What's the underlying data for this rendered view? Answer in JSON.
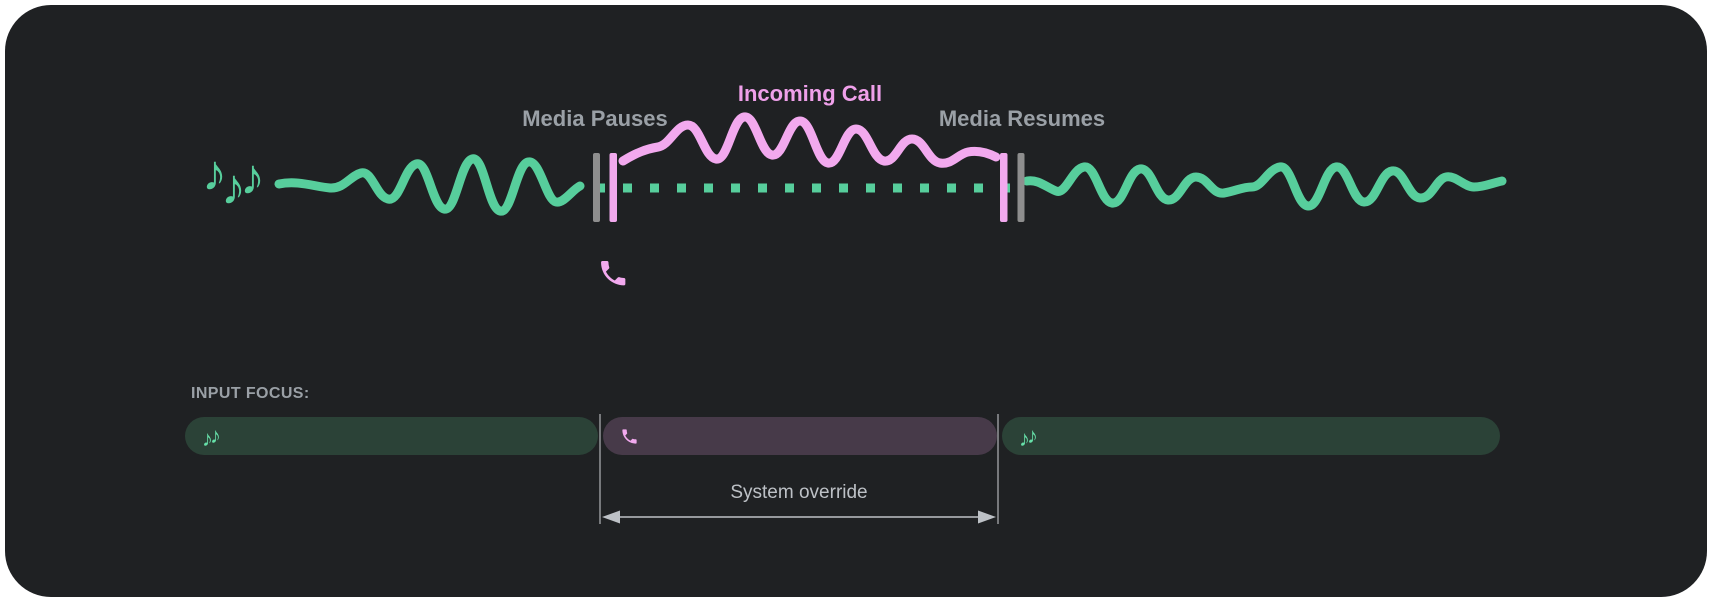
{
  "colors": {
    "bg_card": "#1f2123",
    "media_green": "#57ce9c",
    "note_accent": "#66dfa8",
    "call_pink": "#f2a9ee",
    "call_pink_text": "#efa0ea",
    "bar_gray": "#8e8e8e",
    "label_gray": "#9aa0a6",
    "pill_media_bg": "#2b4237",
    "pill_call_bg": "#473a49",
    "annotation_gray": "#bdc1c6",
    "line_gray": "#77797c"
  },
  "icons": {
    "note": "♪"
  },
  "timeline": {
    "media_pauses_label": "Media Pauses",
    "incoming_call_label": "Incoming Call",
    "media_resumes_label": "Media Resumes"
  },
  "input_focus": {
    "heading": "INPUT FOCUS:",
    "segments": [
      {
        "type": "media",
        "icon": "music-notes-icon"
      },
      {
        "type": "call",
        "icon": "phone-icon"
      },
      {
        "type": "media",
        "icon": "music-notes-icon"
      }
    ],
    "override_label": "System override"
  }
}
